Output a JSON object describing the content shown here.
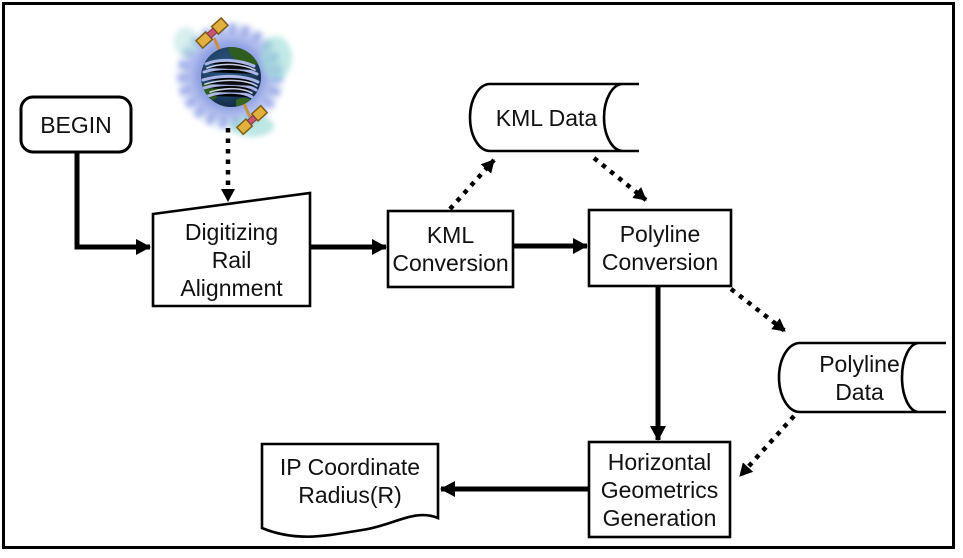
{
  "colors": {
    "stroke": "#000000",
    "background": "#ffffff"
  },
  "nodes": {
    "begin": {
      "label": "BEGIN",
      "shape": "terminator"
    },
    "digitizing_rail_alignment": {
      "label": "Digitizing\nRail\nAlignment",
      "shape": "manual-input"
    },
    "kml_conversion": {
      "label": "KML\nConversion",
      "shape": "process"
    },
    "kml_data": {
      "label": "KML Data",
      "shape": "stored-data"
    },
    "polyline_conversion": {
      "label": "Polyline\nConversion",
      "shape": "process"
    },
    "polyline_data": {
      "label": "Polyline\nData",
      "shape": "stored-data"
    },
    "horizontal_geometrics_generation": {
      "label": "Horizontal\nGeometrics\nGeneration",
      "shape": "process"
    },
    "ip_coordinate_radius": {
      "label": "IP Coordinate\nRadius(R)",
      "shape": "document"
    }
  },
  "icons": {
    "globe_satellite": "earth-with-satellites-illustration"
  },
  "edges": {
    "solid": [
      {
        "from": "begin",
        "to": "digitizing_rail_alignment"
      },
      {
        "from": "digitizing_rail_alignment",
        "to": "kml_conversion"
      },
      {
        "from": "kml_conversion",
        "to": "polyline_conversion"
      },
      {
        "from": "polyline_conversion",
        "to": "horizontal_geometrics_generation"
      },
      {
        "from": "horizontal_geometrics_generation",
        "to": "ip_coordinate_radius"
      }
    ],
    "dotted": [
      {
        "from": "globe_satellite",
        "to": "digitizing_rail_alignment"
      },
      {
        "from": "kml_conversion",
        "to": "kml_data"
      },
      {
        "from": "kml_data",
        "to": "polyline_conversion"
      },
      {
        "from": "polyline_conversion",
        "to": "polyline_data"
      },
      {
        "from": "polyline_data",
        "to": "horizontal_geometrics_generation"
      }
    ]
  }
}
